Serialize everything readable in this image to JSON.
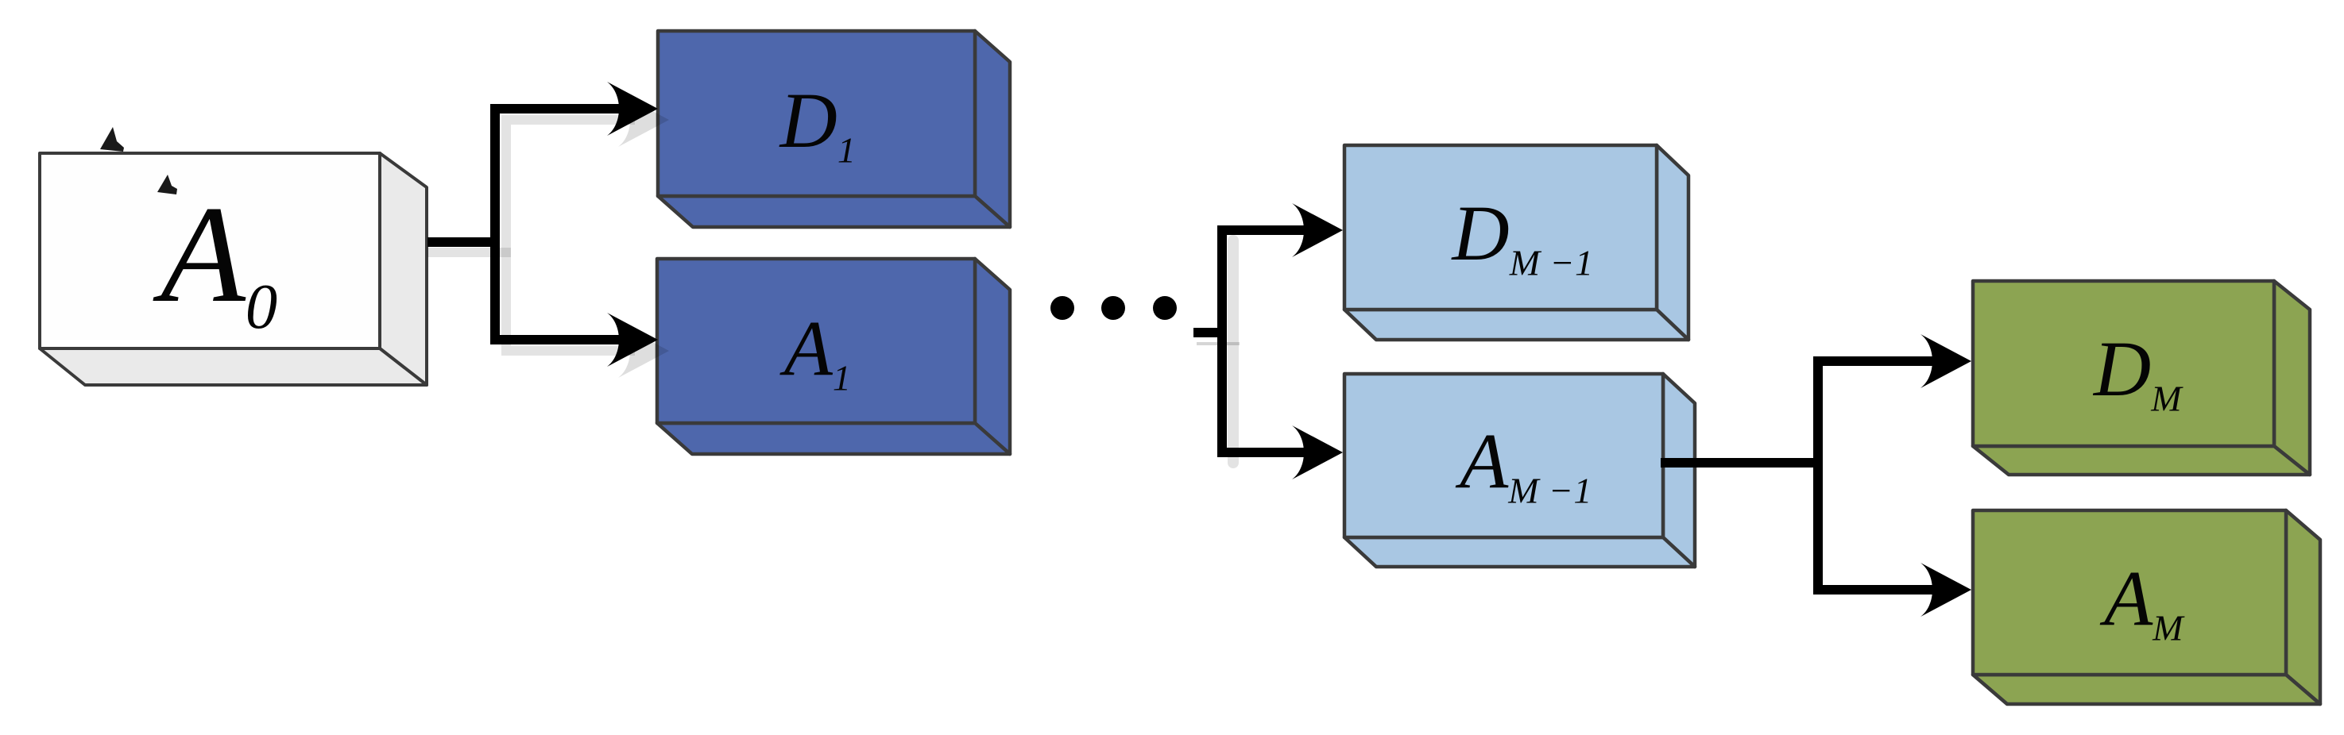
{
  "diagram": {
    "kind": "wavelet-decomposition-tree",
    "ellipsis": "• • •",
    "ellipsis_dot_count": 3
  },
  "palette": {
    "background": "#ffffff",
    "box_border": "#3a3a3a",
    "input_front": "#fefefe",
    "input_side": "#eaeaea",
    "blue_front": "#4e67ac",
    "blue_side": "#4e67ac",
    "lightblue_front": "#a9c7e3",
    "lightblue_side": "#a9c7e3",
    "green_front": "#8ca452",
    "green_side": "#8ca452",
    "connector": "#000000"
  },
  "boxes": [
    {
      "id": "A0",
      "base": "A",
      "sub": "0"
    },
    {
      "id": "D1",
      "base": "D",
      "sub": "1"
    },
    {
      "id": "A1",
      "base": "A",
      "sub": "1"
    },
    {
      "id": "DM1",
      "base": "D",
      "sub": "M −1"
    },
    {
      "id": "AM1",
      "base": "A",
      "sub": "M −1"
    },
    {
      "id": "DM",
      "base": "D",
      "sub": "M"
    },
    {
      "id": "AM",
      "base": "A",
      "sub": "M"
    }
  ],
  "connections": [
    {
      "from": "A0",
      "to": "D1"
    },
    {
      "from": "A0",
      "to": "A1"
    },
    {
      "from": "ellipsis",
      "to": "DM1"
    },
    {
      "from": "ellipsis",
      "to": "AM1"
    },
    {
      "from": "AM1",
      "to": "DM"
    },
    {
      "from": "AM1",
      "to": "AM"
    }
  ]
}
